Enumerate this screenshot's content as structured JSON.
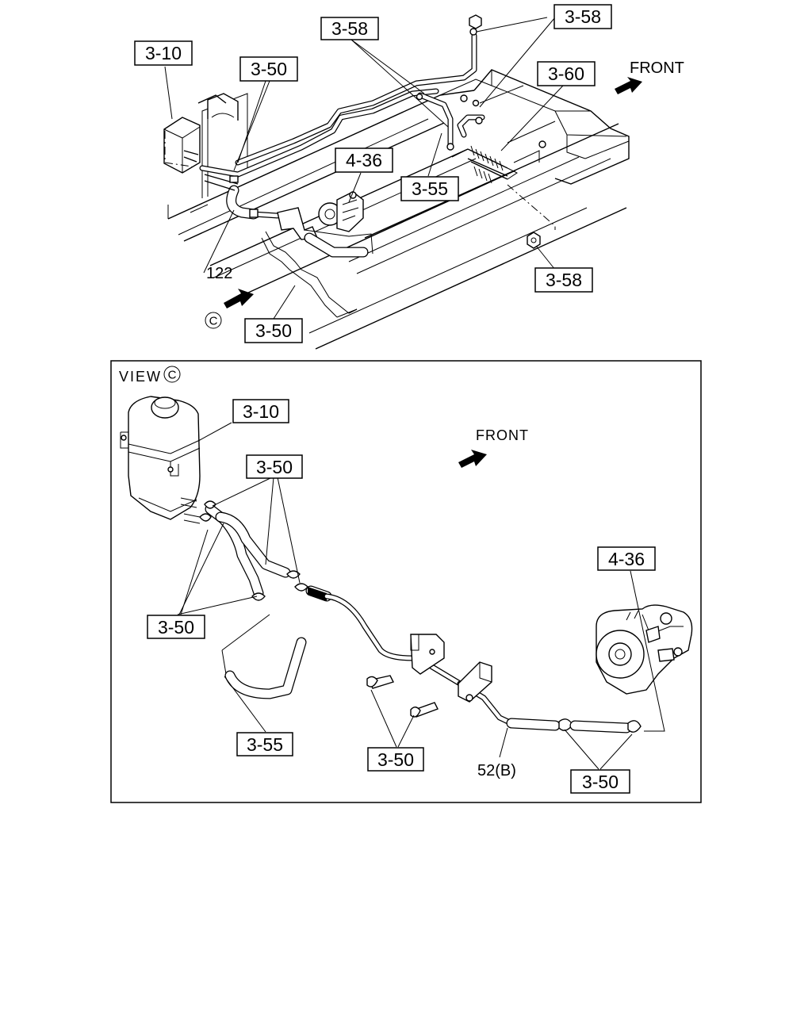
{
  "top_view": {
    "callouts": [
      "3-10",
      "3-50",
      "3-58",
      "3-58",
      "3-60",
      "4-36",
      "3-55",
      "3-58",
      "3-50"
    ],
    "front_label": "FRONT",
    "plain_labels": [
      "122"
    ],
    "view_marker": "C"
  },
  "detail_view": {
    "title_prefix": "VIEW",
    "title_marker": "C",
    "front_label": "FRONT",
    "callouts": [
      "3-10",
      "3-50",
      "3-50",
      "4-36",
      "3-55",
      "3-50",
      "3-50"
    ],
    "plain_labels": [
      "52(B)"
    ]
  }
}
